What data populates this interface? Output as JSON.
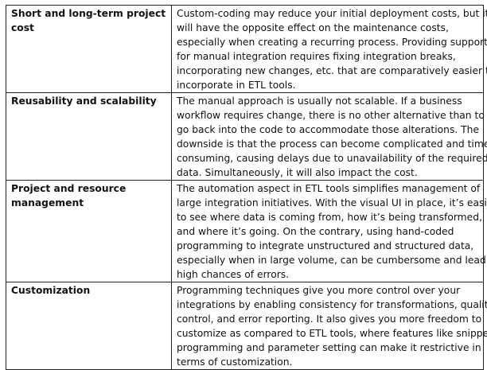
{
  "table": {
    "rows": [
      {
        "aspect": "Short and long-term project cost",
        "lines": [
          "Custom-coding may reduce your initial deployment costs, but it",
          "will have the opposite effect on the maintenance costs,",
          "especially when creating a recurring process. Providing support",
          "for manual integration requires fixing integration breaks,",
          "incorporating new changes, etc. that are comparatively easier to",
          "incorporate in ETL tools."
        ]
      },
      {
        "aspect": "Reusability and scalability",
        "lines": [
          "The manual approach is usually not scalable. If a business",
          "workflow requires change, there is no other alternative than to",
          "go back into the code to accommodate those alterations. The",
          "downside is that the process can become complicated and time-",
          "consuming, causing delays due to unavailability of the required",
          "data. Simultaneously, it will also impact the cost."
        ]
      },
      {
        "aspect": "Project and resource management",
        "lines": [
          "The automation aspect in ETL tools simplifies management of",
          "large integration initiatives. With the visual UI in place, it’s easier",
          "to see where data is coming from, how it’s being transformed,",
          "and where it’s going. On the contrary, using hand-coded",
          "programming to integrate unstructured and structured data,",
          "especially when in large volume, can be cumbersome and lead to",
          "high chances of errors."
        ]
      },
      {
        "aspect": "Customization",
        "lines": [
          "Programming techniques give you more control over your",
          "integrations by enabling consistency for transformations, quality",
          "control, and error reporting. It also gives you more freedom to",
          "customize as compared to ETL tools, where features like snippet",
          "programming and parameter setting can make it restrictive in",
          "terms of customization."
        ]
      }
    ]
  }
}
